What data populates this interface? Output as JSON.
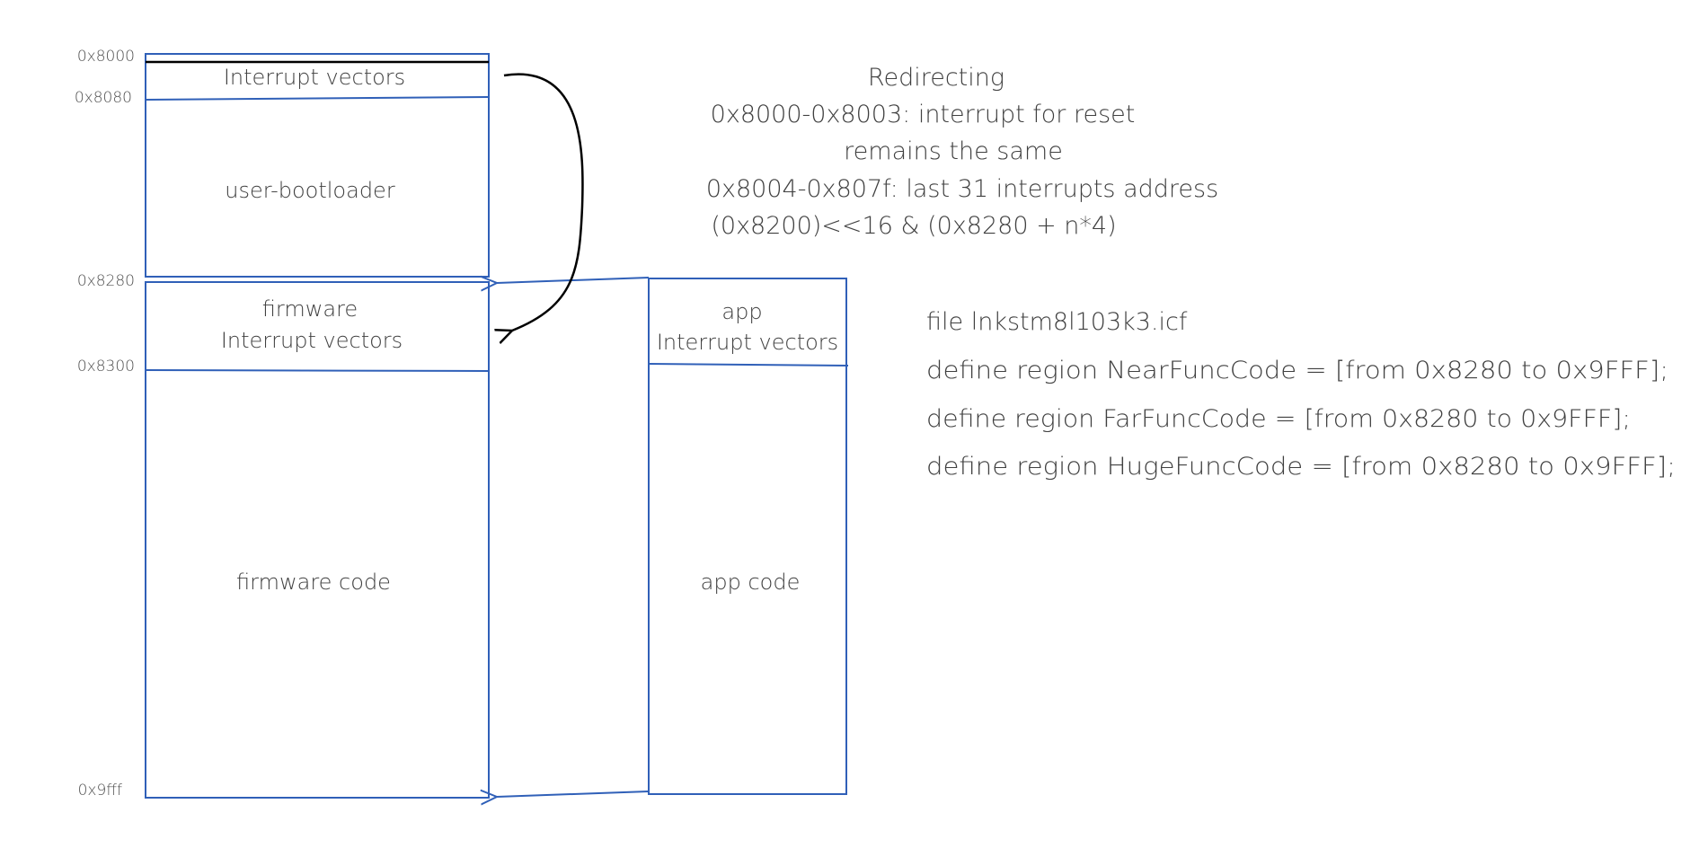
{
  "colors": {
    "box_stroke": "#3060b8",
    "text": "#404040",
    "address_text": "#505050",
    "arrow_black": "#000000"
  },
  "addresses": {
    "a8000": "0x8000",
    "a8080": "0x8080",
    "a8280": "0x8280",
    "a8300": "0x8300",
    "a9fff": "0x9fff"
  },
  "firmware_column": {
    "interrupt_vectors": "Interrupt vectors",
    "user_bootloader": "user-bootloader",
    "firmware_vectors_line1": "firmware",
    "firmware_vectors_line2": "Interrupt vectors",
    "firmware_code": "firmware code"
  },
  "app_column": {
    "app_vectors_line1": "app",
    "app_vectors_line2": "Interrupt vectors",
    "app_code": "app code"
  },
  "redirect_note": {
    "line1": "Redirecting",
    "line2": "0x8000-0x8003: interrupt for reset",
    "line3": "remains the same",
    "line4": "0x8004-0x807f: last 31 interrupts address",
    "line5": "(0x8200)<<16 & (0x8280 + n*4)"
  },
  "linker_file": {
    "line1": "file lnkstm8l103k3.icf",
    "line2": "define region NearFuncCode = [from 0x8280 to 0x9FFF];",
    "line3": "define region FarFuncCode = [from 0x8280 to 0x9FFF];",
    "line4": "define region HugeFuncCode = [from 0x8280 to 0x9FFF];"
  }
}
